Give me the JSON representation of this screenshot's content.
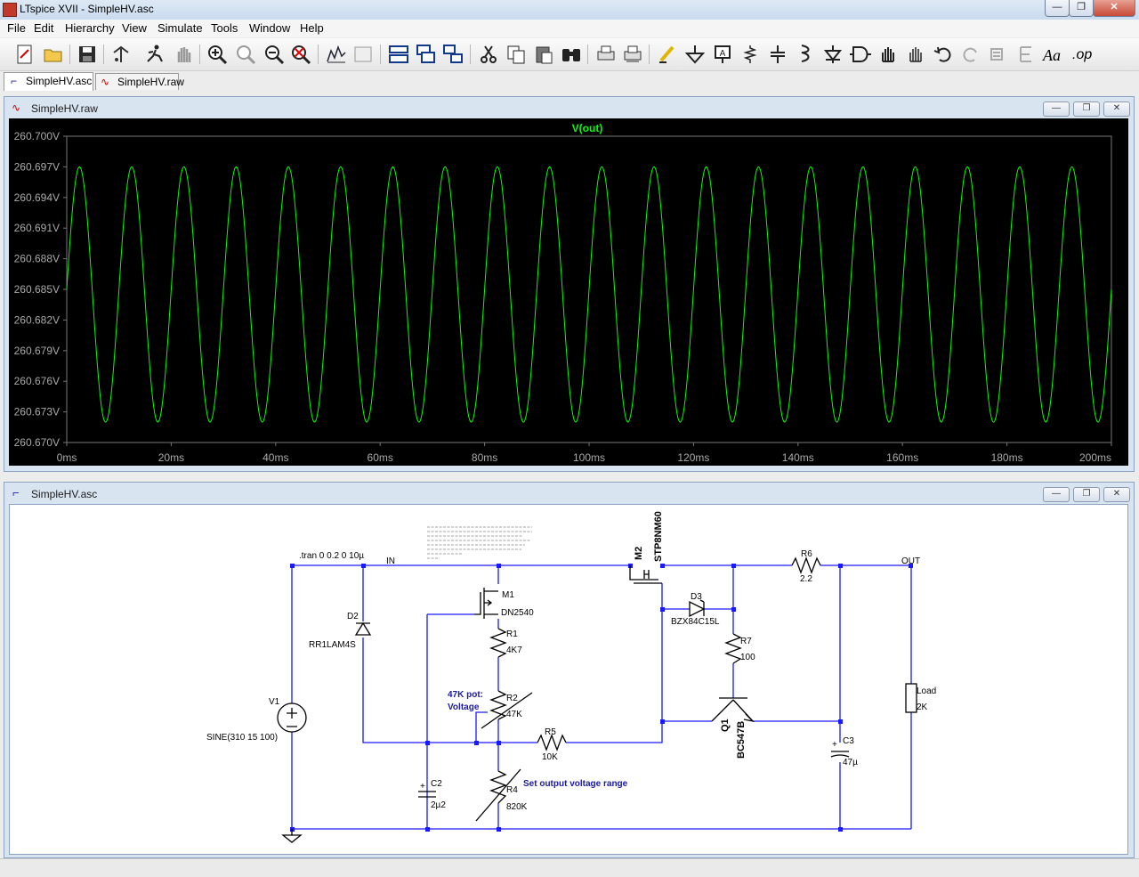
{
  "app": {
    "title": "LTspice XVII - SimpleHV.asc",
    "window_buttons": {
      "minimize": "—",
      "restore": "❐",
      "close": "✕"
    }
  },
  "menu": [
    "File",
    "Edit",
    "Hierarchy",
    "View",
    "Simulate",
    "Tools",
    "Window",
    "Help"
  ],
  "toolbar": {
    "icons": [
      "new-schematic-icon",
      "open-icon",
      "save-icon",
      "control-panel-icon",
      "run-icon",
      "halt-icon",
      "zoom-in-icon",
      "zoom-pan-icon",
      "zoom-out-icon",
      "zoom-fit-icon",
      "autorange-icon",
      "plot-settings-icon",
      "tile-horizontal-icon",
      "cascade-icon",
      "tile-vertical-icon",
      "cut-icon",
      "copy-icon",
      "paste-icon",
      "find-icon",
      "print-icon",
      "print-setup-icon",
      "draw-wire-icon",
      "ground-icon",
      "label-net-icon",
      "resistor-icon",
      "capacitor-icon",
      "inductor-icon",
      "diode-icon",
      "component-icon",
      "move-icon",
      "drag-icon",
      "undo-icon",
      "redo-icon",
      "rotate-icon",
      "mirror-icon",
      "text-icon",
      "spice-directive-icon"
    ],
    "text_icon_label": "Aa",
    "spice_directive_label": ".op"
  },
  "tabs": [
    {
      "label": "SimpleHV.asc",
      "active": true
    },
    {
      "label": "SimpleHV.raw",
      "active": false
    }
  ],
  "waveform_window": {
    "title": "SimpleHV.raw",
    "buttons": {
      "minimize": "—",
      "restore": "❐",
      "close": "✕"
    },
    "chart": {
      "type": "line",
      "title": "V(out)",
      "trace_color": "#00ff00",
      "background": "#000000",
      "grid_color": "#888888",
      "x_ticks": [
        "0ms",
        "20ms",
        "40ms",
        "60ms",
        "80ms",
        "100ms",
        "120ms",
        "140ms",
        "160ms",
        "180ms",
        "200ms"
      ],
      "y_ticks": [
        "260.700V",
        "260.697V",
        "260.694V",
        "260.691V",
        "260.688V",
        "260.685V",
        "260.682V",
        "260.679V",
        "260.676V",
        "260.673V",
        "260.670V"
      ]
    }
  },
  "chart_data": {
    "type": "line",
    "title": "V(out)",
    "xlabel": "",
    "ylabel": "",
    "xlim": [
      0,
      200
    ],
    "x_unit": "ms",
    "ylim": [
      260.67,
      260.7
    ],
    "y_unit": "V",
    "series": [
      {
        "name": "V(out)",
        "color": "#00ff00",
        "waveform": "sine",
        "frequency_hz": 100,
        "mean": 260.6845,
        "amplitude": 0.0125,
        "value_at_0ms": 260.685,
        "max": 260.697,
        "min": 260.672
      }
    ],
    "grid": true
  },
  "schematic_window": {
    "title": "SimpleHV.asc",
    "buttons": {
      "minimize": "—",
      "restore": "❐",
      "close": "✕"
    },
    "labels": {
      "tran": ".tran 0 0.2 0 10µ",
      "in": "IN",
      "out": "OUT",
      "v1": "V1",
      "v1_value": "SINE(310 15 100)",
      "d2": "D2",
      "d2_value": "RR1LAM4S",
      "m1": "M1",
      "m1_value": "DN2540",
      "r1": "R1",
      "r1_value": "4K7",
      "r2": "R2",
      "r2_value": "47K",
      "r2_note_1": "47K pot:",
      "r2_note_2": "Voltage",
      "r5": "R5",
      "r5_value": "10K",
      "c2": "C2",
      "c2_value": "2µ2",
      "r4": "R4",
      "r4_value": "820K",
      "r4_note": "Set output voltage range",
      "m2": "M2",
      "m2_value": "STP8NM60",
      "d3": "D3",
      "d3_value": "BZX84C15L",
      "r7": "R7",
      "r7_value": "100",
      "q1": "Q1",
      "q1_value": "BC547B",
      "r6": "R6",
      "r6_value": "2.2",
      "c3": "C3",
      "c3_value": "47µ",
      "load": "Load",
      "load_value": "2K",
      "plus": "+"
    }
  },
  "colors": {
    "wire": "#1a1aff",
    "junction": "#1a1aff",
    "component": "#000000",
    "note_text": "#1a1aa6",
    "trace": "#00ff00"
  }
}
